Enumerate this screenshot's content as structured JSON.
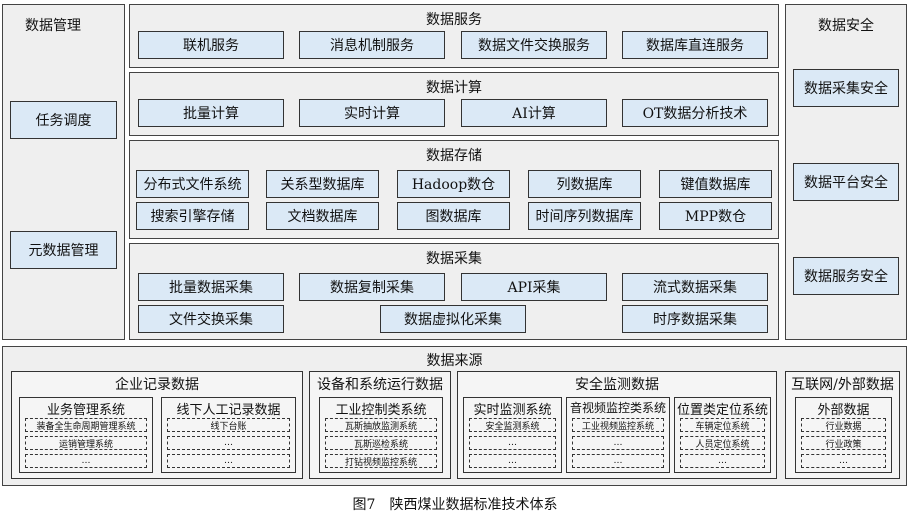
{
  "management": {
    "title": "数据管理",
    "items": [
      "任务调度",
      "元数据管理"
    ]
  },
  "services": {
    "title": "数据服务",
    "items": [
      "联机服务",
      "消息机制服务",
      "数据文件交换服务",
      "数据库直连服务"
    ]
  },
  "compute": {
    "title": "数据计算",
    "items": [
      "批量计算",
      "实时计算",
      "AI计算",
      "OT数据分析技术"
    ]
  },
  "storage": {
    "title": "数据存储",
    "row1": [
      "分布式文件系统",
      "关系型数据库",
      "Hadoop数仓",
      "列数据库",
      "键值数据库"
    ],
    "row2": [
      "搜索引擎存储",
      "文档数据库",
      "图数据库",
      "时间序列数据库",
      "MPP数仓"
    ]
  },
  "collection": {
    "title": "数据采集",
    "row1": [
      "批量数据采集",
      "数据复制采集",
      "API采集",
      "流式数据采集"
    ],
    "row2": [
      "文件交换采集",
      "数据虚拟化采集",
      "时序数据采集"
    ]
  },
  "security": {
    "title": "数据安全",
    "items": [
      "数据采集安全",
      "数据平台安全",
      "数据服务安全"
    ]
  },
  "sources": {
    "title": "数据来源",
    "enterprise": {
      "title": "企业记录数据",
      "biz": {
        "title": "业务管理系统",
        "items": [
          "装备全生命周期管理系统",
          "运销管理系统",
          "…"
        ]
      },
      "manual": {
        "title": "线下人工记录数据",
        "items": [
          "线下台账",
          "…",
          "…"
        ]
      }
    },
    "equipment": {
      "title": "设备和系统运行数据",
      "ics": {
        "title": "工业控制类系统",
        "items": [
          "瓦斯抽放监测系统",
          "瓦斯巡检系统",
          "打钻视频监控系统"
        ]
      }
    },
    "safety": {
      "title": "安全监测数据",
      "rt": {
        "title": "实时监测系统",
        "items": [
          "安全监测系统",
          "…",
          "…"
        ]
      },
      "video": {
        "title": "音视频监控类系统",
        "items": [
          "工业视频监控系统",
          "…",
          "…"
        ]
      },
      "pos": {
        "title": "位置类定位系统",
        "items": [
          "车辆定位系统",
          "人员定位系统",
          "…"
        ]
      }
    },
    "internet": {
      "title": "互联网/外部数据",
      "ext": {
        "title": "外部数据",
        "items": [
          "行业数据",
          "行业政策",
          "…"
        ]
      }
    }
  },
  "caption": "图7　陕西煤业数据标准技术体系"
}
